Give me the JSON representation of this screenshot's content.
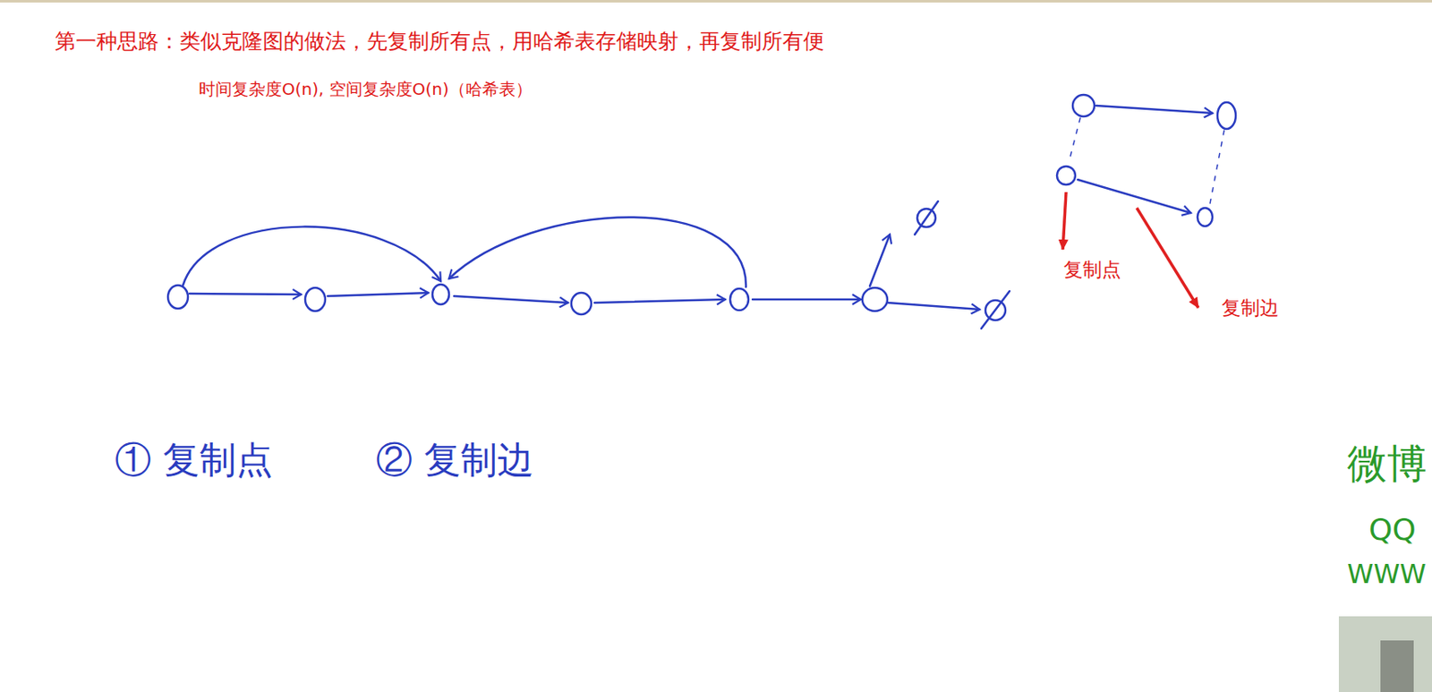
{
  "diagram": {
    "title": "第一种思路：类似克隆图的做法，先复制所有点，用哈希表存储映射，再复制所有便",
    "labels": [
      "时间复杂度O(n), 空间复杂度O(n)（哈希表）",
      "复制点",
      "复制边",
      "① 复制点",
      "② 复制边",
      "微博",
      "QQ",
      "WWW"
    ]
  }
}
